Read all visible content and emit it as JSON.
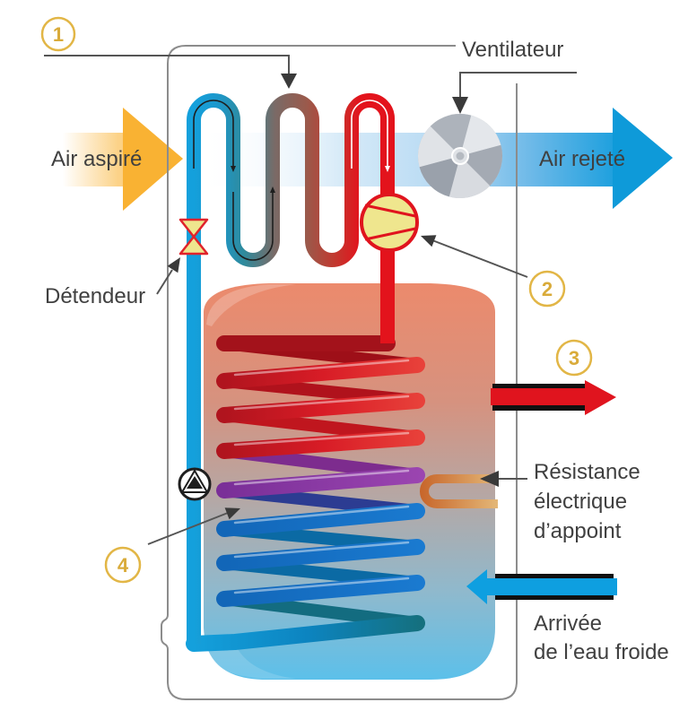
{
  "labels": {
    "fan": "Ventilateur",
    "air_in": "Air aspiré",
    "air_out": "Air rejeté",
    "expansion_valve": "Détendeur",
    "heater": [
      "Résistance",
      "électrique",
      "d’appoint"
    ],
    "cold_water_inlet": [
      "Arrivée",
      "de l’eau froide"
    ]
  },
  "callouts": [
    {
      "number": "1"
    },
    {
      "number": "2"
    },
    {
      "number": "3"
    },
    {
      "number": "4"
    }
  ],
  "icons": {
    "fan": "fan-icon",
    "compressor": "compressor-icon",
    "expansion_valve": "expansion-valve-icon",
    "pump": "pump-icon",
    "heater": "heating-element-icon"
  },
  "colors": {
    "callout": "#e2b646",
    "callout_text": "#d9ab3a",
    "label_text": "#404040",
    "refrigerant_cold": "#14a0dc",
    "refrigerant_mid": "#7a6a66",
    "refrigerant_hot": "#e3131c",
    "air_in": "#f9b233",
    "air_out": "#0e9ad9",
    "hot_water": "#e0141e",
    "cold_water": "#0e9fe0",
    "valve_fill": "#efe68e",
    "tank_top": "#ec8a6c",
    "tank_bottom": "#5cc0ea"
  }
}
